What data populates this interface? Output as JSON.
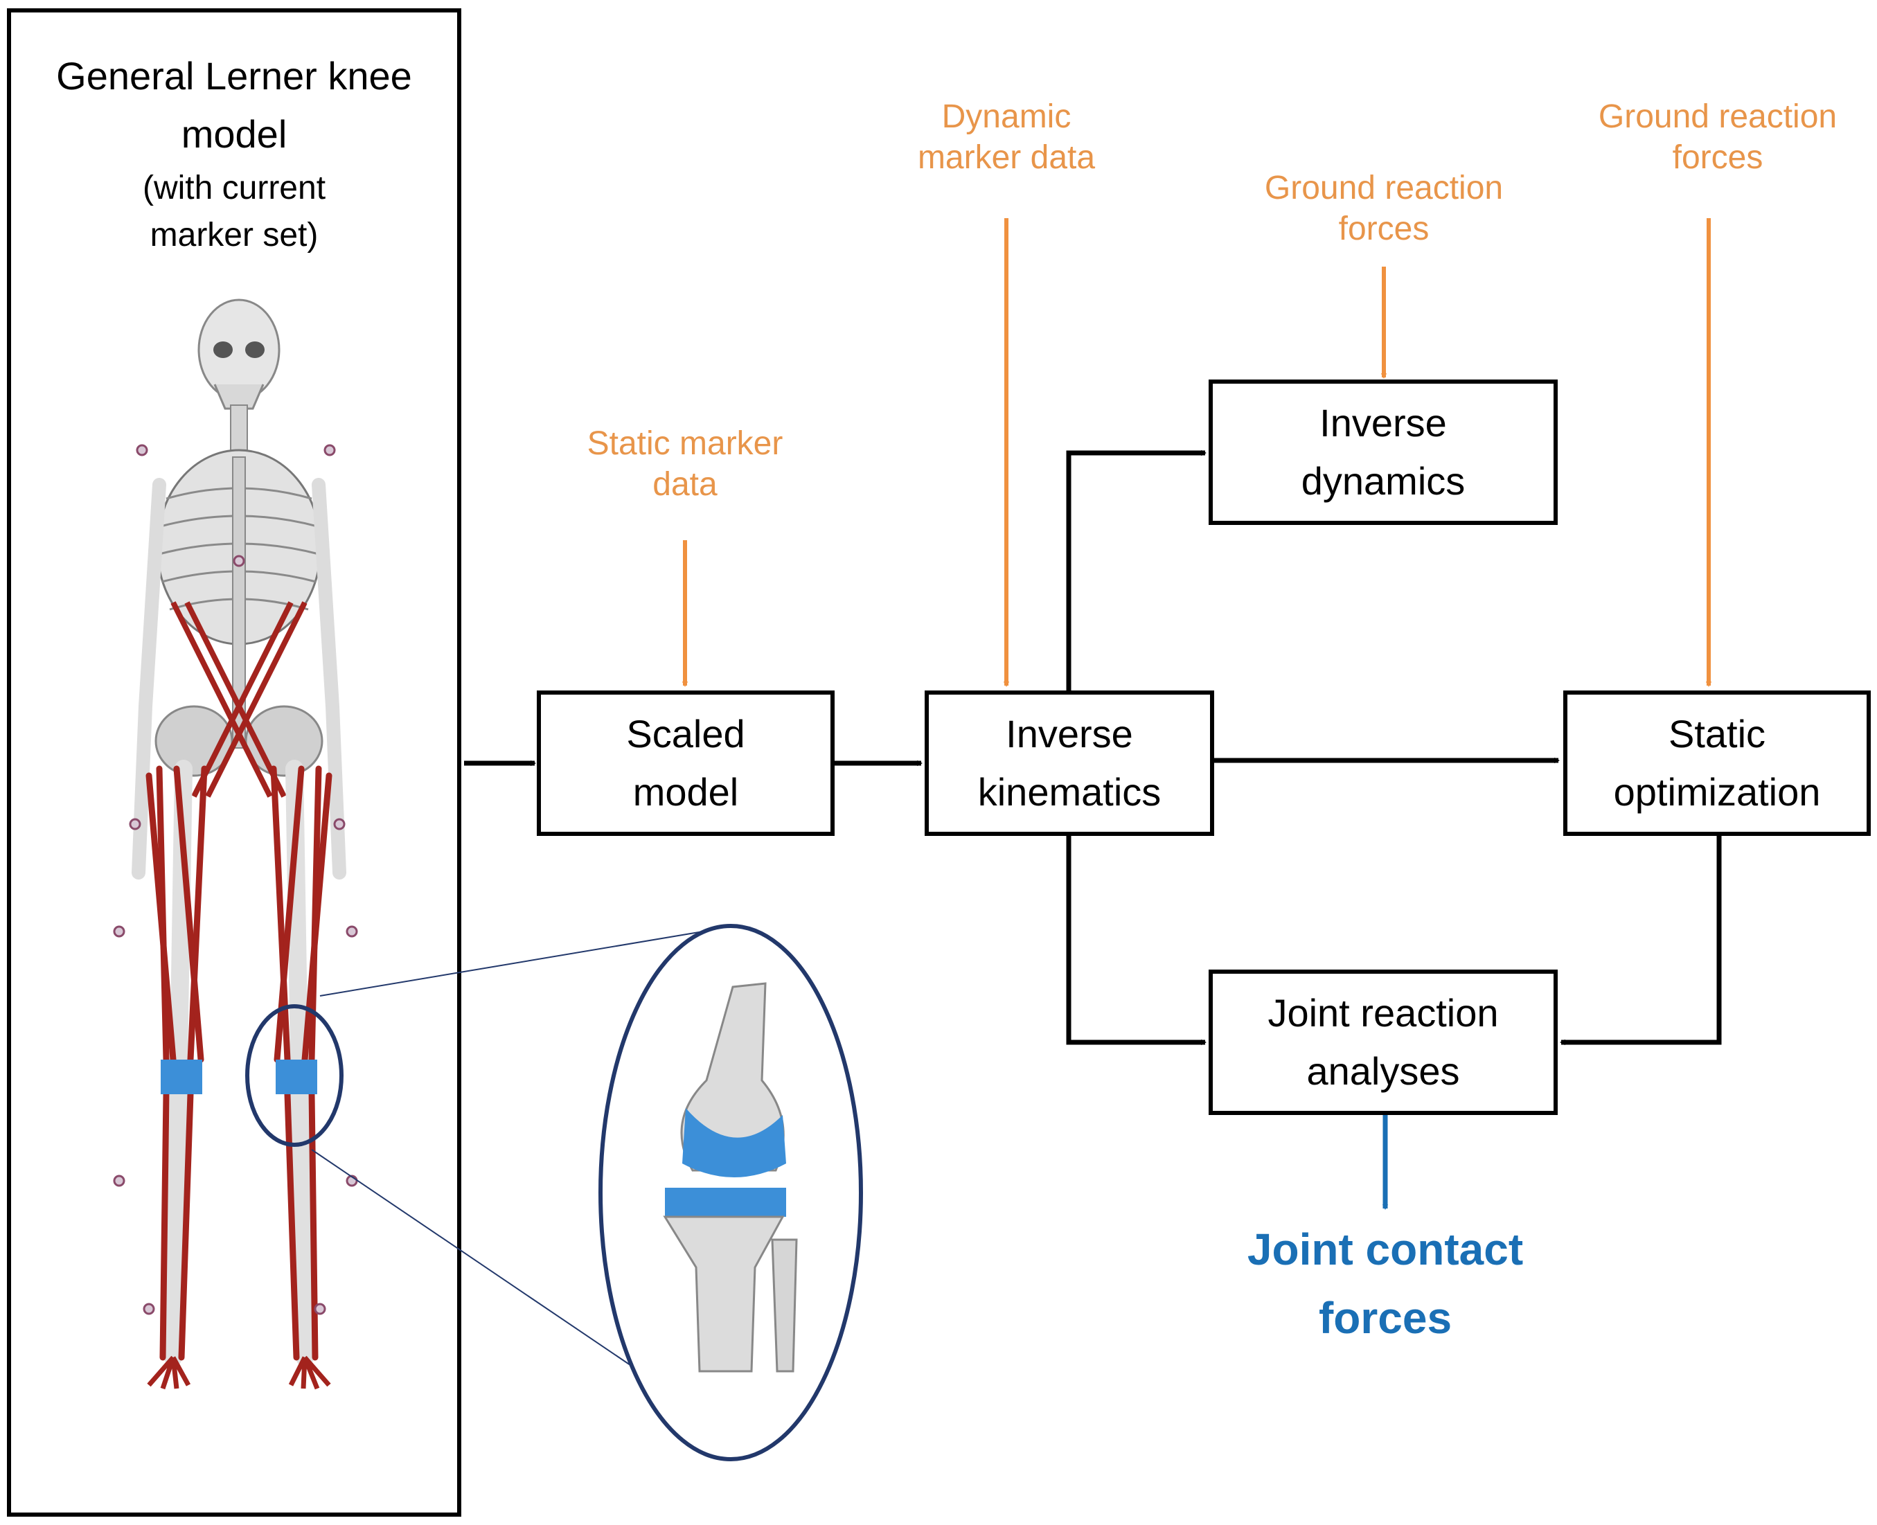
{
  "model_panel": {
    "title_line1": "General Lerner knee",
    "title_line2": "model",
    "subtitle_line1": "(with current",
    "subtitle_line2": "marker set)"
  },
  "inputs": {
    "static_marker": {
      "line1": "Static marker",
      "line2": "data"
    },
    "dynamic_marker": {
      "line1": "Dynamic",
      "line2": "marker data"
    },
    "grf_inverse_dynamics": {
      "line1": "Ground reaction",
      "line2": "forces"
    },
    "grf_static_optimization": {
      "line1": "Ground reaction",
      "line2": "forces"
    }
  },
  "boxes": {
    "scaled_model": {
      "line1": "Scaled",
      "line2": "model"
    },
    "inverse_kinematics": {
      "line1": "Inverse",
      "line2": "kinematics"
    },
    "inverse_dynamics": {
      "line1": "Inverse",
      "line2": "dynamics"
    },
    "static_optimization": {
      "line1": "Static",
      "line2": "optimization"
    },
    "joint_reaction": {
      "line1": "Joint reaction",
      "line2": "analyses"
    }
  },
  "output": {
    "line1": "Joint contact",
    "line2": "forces"
  },
  "colors": {
    "input_text": "#e8954a",
    "input_arrow": "#f0913f",
    "output": "#1a6fb5",
    "bone": "#e6e6e6",
    "muscle": "#a3231d",
    "cartilage": "#3c8fd8",
    "zoom_circle": "#22386b"
  }
}
